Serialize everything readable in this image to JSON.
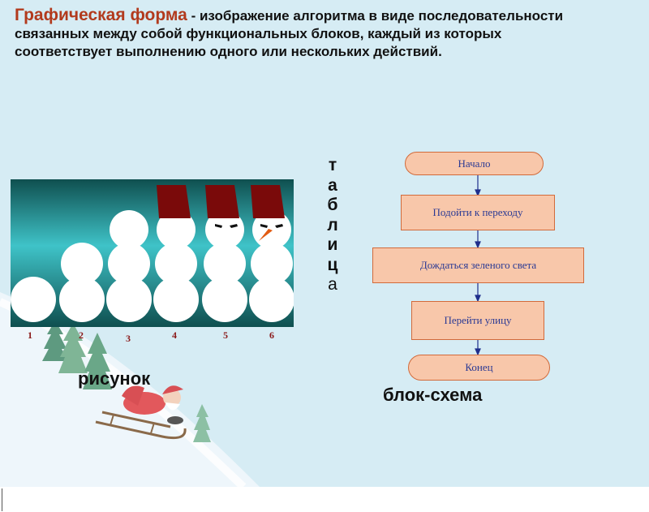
{
  "heading": {
    "term": "Графическая форма",
    "rest": " - изображение алгоритма в виде последовательности связанных между собой функциональных блоков, каждый из которых соответствует выполнению одного или нескольких действий."
  },
  "picture": {
    "numbers": [
      "1",
      "2",
      "3",
      "4",
      "5",
      "6"
    ],
    "label": "рисунок"
  },
  "table_word": {
    "letters": [
      "т",
      "а",
      "б",
      "л",
      "и",
      "ц",
      "а"
    ]
  },
  "flowchart": {
    "blocks": [
      "Начало",
      "Подойти к переходу",
      "Дождаться зеленого света",
      "Перейти улицу",
      "Конец"
    ],
    "label": "блок-схема"
  },
  "colors": {
    "heading_term": "#b23a1d",
    "block_fill": "#f8c7aa",
    "block_border": "#d26a3a",
    "block_text": "#2b3a94",
    "arrow": "#1f2f8c",
    "hat": "#7a0a0a",
    "background": "#d6ecf4"
  }
}
